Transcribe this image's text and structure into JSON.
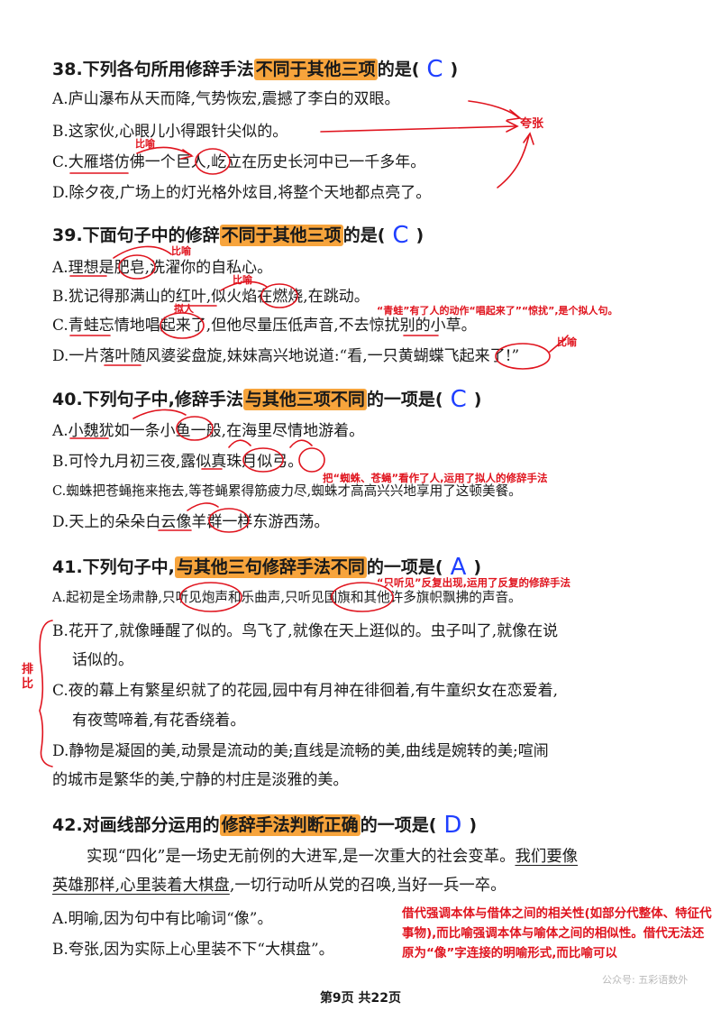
{
  "q38": {
    "pre": "38.下列各句所用修辞手法",
    "hl": "不同于其他三项",
    "post": "的是(",
    "answer": "C",
    "close": ")",
    "options": [
      "A.庐山瀑布从天而降,气势恢宏,震撼了李白的双眼。",
      "B.这家伙,心眼儿小得跟针尖似的。",
      "C.大雁塔仿佛一个巨人,屹立在历史长河中已一千多年。",
      "D.除夕夜,广场上的灯光格外炫目,将整个天地都点亮了。"
    ],
    "notes": [
      "夸张",
      "比喻"
    ]
  },
  "q39": {
    "pre": "39.下面句子中的修辞",
    "hl": "不同于其他三项",
    "post": "的是(",
    "answer": "C",
    "close": ")",
    "options": [
      "A.理想是肥皂,洗濯你的自私心。",
      "B.犹记得那满山的红叶,似火焰在燃烧,在跳动。",
      "C.青蛙忘情地唱起来了,但他尽量压低声音,不去惊扰别的小草。",
      "D.一片落叶随风婆娑盘旋,妹妹高兴地说道:“看,一只黄蝴蝶飞起来了!”"
    ],
    "notes": [
      "比喻",
      "比喻",
      "拟人",
      "“青蛙”有了人的动作“唱起来了”“惊扰”,是个拟人句。",
      "比喻"
    ]
  },
  "q40": {
    "pre": "40.下列句子中,修辞手法",
    "hl": "与其他三项不同",
    "post": "的一项是(",
    "answer": "C",
    "close": ")",
    "options": [
      "A.小魏犹如一条小鱼一般,在海里尽情地游着。",
      "B.可怜九月初三夜,露似真珠月似弓。",
      "C.蜘蛛把苍蝇拖来拖去,等苍蝇累得筋疲力尽,蜘蛛才高高兴兴地享用了这顿美餐。",
      "D.天上的朵朵白云像羊群一样东游西荡。"
    ],
    "notes": [
      "把“蜘蛛、苍蝇”看作了人,运用了拟人的修辞手法"
    ]
  },
  "q41": {
    "pre": "41.下列句子中,",
    "hl": "与其他三句修辞手法不同",
    "post": "的一项是(",
    "answer": "A",
    "close": ")",
    "options": [
      "A.起初是全场肃静,只听见炮声和乐曲声,只听见国旗和其他许多旗帜飘拂的声音。",
      "B.花开了,就像睡醒了似的。鸟飞了,就像在天上逛似的。虫子叫了,就像在说",
      "话似的。",
      "C.夜的幕上有繁星织就了的花园,园中有月神在徘徊着,有牛童织女在恋爱着,",
      "有夜莺啼着,有花香绕着。",
      "D.静物是凝固的美,动景是流动的美;直线是流畅的美,曲线是婉转的美;喧闹",
      "的城市是繁华的美,宁静的村庄是淡雅的美。"
    ],
    "notes": [
      "“只听见”反复出现,运用了反复的修辞手法",
      "排比"
    ]
  },
  "q42": {
    "pre": "42.对画线部分运用的",
    "hl": "修辞手法判断正确",
    "post": "的一项是(",
    "answer": "D",
    "close": ")",
    "passage_line1_a": "实现“四化”是一场史无前例的大进军,是一次重大的社会变革。",
    "passage_line1_b": "我们要像",
    "passage_line2_a": "英雄那样,心里装着大棋盘",
    "passage_line2_b": ",一切行动听从党的召唤,当好一兵一卒。",
    "options": [
      "A.明喻,因为句中有比喻词“像”。",
      "B.夸张,因为实际上心里装不下“大棋盘”。"
    ],
    "note": "借代强调本体与借体之间的相关性(如部分代整体、特征代事物),而比喻强调本体与喻体之间的相似性。借代无法还原为“像”字连接的明喻形式,而比喻可以"
  },
  "footer": "第9页 共22页",
  "watermark": "公众号: 五彩语数外",
  "colors": {
    "highlight": "#f7a43c",
    "answer_ink": "#1f3fff",
    "annotation_ink": "#e0141e"
  }
}
